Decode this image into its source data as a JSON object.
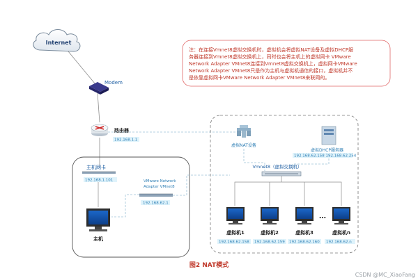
{
  "internet": {
    "label": "Internet"
  },
  "modem": {
    "label": "Modem"
  },
  "router": {
    "label": "路由器",
    "ip": "192.168.1.1"
  },
  "host_panel": {
    "nic_label": "主机网卡",
    "nic_ip": "192.168.1.101",
    "vmnet8_adapter_label": [
      "VMware Network",
      "Adapter VMnet8"
    ],
    "vmnet8_adapter_ip": "192.168.62.1",
    "host_label": "主机"
  },
  "vm_panel": {
    "nat_label": "虚拟NAT设备",
    "dhcp_label": "虚拟DHCP服务器",
    "dhcp_ip": "192.168.62.158 192.168.62.254",
    "switch_label": "Vmnet8（虚拟交换机）",
    "ellipsis": "…",
    "vms": [
      {
        "label": "虚拟机1",
        "ip": "192.168.62.158"
      },
      {
        "label": "虚拟机2",
        "ip": "192.168.62.159"
      },
      {
        "label": "虚拟机3",
        "ip": "192.168.62.160"
      },
      {
        "label": "虚拟机n",
        "ip": "192.168.62.n"
      }
    ]
  },
  "note": {
    "lines": [
      "注：在连接Vmnet8虚拟交换机时，虚拟机会将虚拟NAT设备及虚拟DHCP服",
      "务器连接到Vmnet8虚拟交换机上，同时也会将主机上的虚拟网卡 VMware",
      "Network Adapter VMnet8连接到Vmnet8虚拟交换机上，虚拟网卡VMware",
      "Network Adapter VMnet8只是作为主机与虚拟机通信的接口，虚拟机并不",
      "是依靠虚拟网卡VMware Network Adapter VMnet8来联网的。"
    ]
  },
  "caption": "图2  NAT模式",
  "watermark": "CSDN @MC_XiaoFang",
  "colors": {
    "note_border": "#e06666",
    "note_text": "#c0392b",
    "panel_border": "#555555",
    "dashed_line": "#9ec3d8",
    "label_blue": "#1f5fa3",
    "caption": "#c0392b"
  }
}
